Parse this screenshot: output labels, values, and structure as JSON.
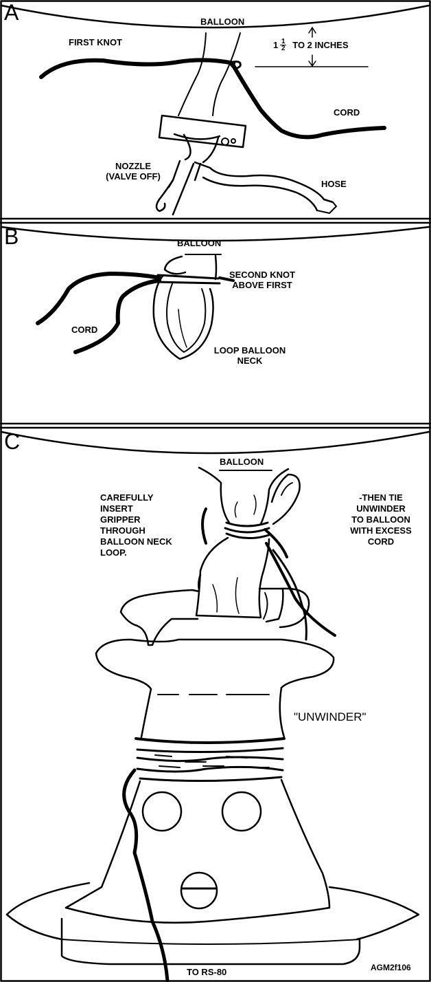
{
  "panels": [
    {
      "letter": "A",
      "labels": {
        "balloon": "BALLOON",
        "first_knot": "FIRST KNOT",
        "dim_whole": "1",
        "dim_num": "1",
        "dim_den": "2",
        "dim_rest": "TO 2 INCHES",
        "cord": "CORD",
        "nozzle_line1": "NOZZLE",
        "nozzle_line2": "(VALVE OFF)",
        "hose": "HOSE"
      }
    },
    {
      "letter": "B",
      "labels": {
        "balloon": "BALLOON",
        "second_knot_line1": "SECOND KNOT",
        "second_knot_line2": "ABOVE FIRST",
        "cord": "CORD",
        "loop_line1": "LOOP BALLOON",
        "loop_line2": "NECK"
      }
    },
    {
      "letter": "C",
      "labels": {
        "balloon": "BALLOON",
        "left_note": [
          "CAREFULLY",
          "INSERT",
          "GRIPPER",
          "THROUGH",
          "BALLOON NECK",
          "LOOP."
        ],
        "right_note": [
          "-THEN TIE",
          "UNWINDER",
          "TO BALLOON",
          "WITH EXCESS",
          "CORD"
        ],
        "unwinder": "\"UNWINDER\"",
        "to_rs80": "TO RS-80",
        "figure_id": "AGM2f106"
      }
    }
  ]
}
